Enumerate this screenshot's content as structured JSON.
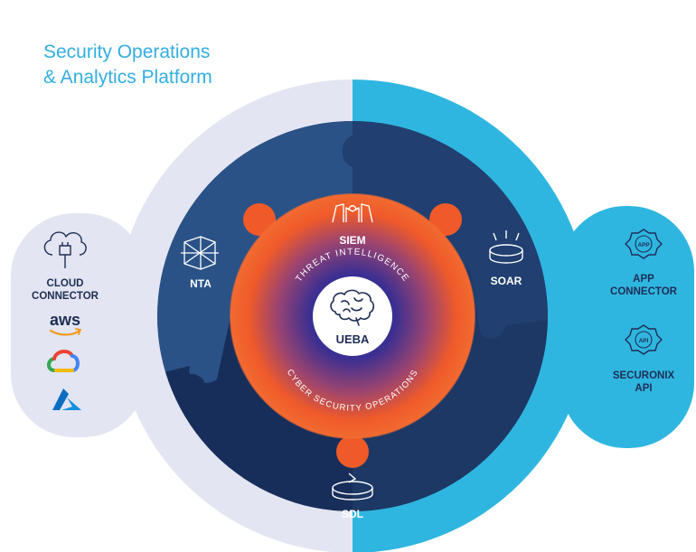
{
  "title": {
    "line1": "Security Operations",
    "line2": "& Analytics Platform"
  },
  "core": {
    "center_label": "UEBA",
    "top_arc_text": "THREAT INTELLIGENCE",
    "bottom_arc_text": "CYBER SECURITY OPERATIONS"
  },
  "modules": {
    "siem": "SIEM",
    "nta": "NTA",
    "soar": "SOAR",
    "sdl": "SDL"
  },
  "left_panel": {
    "cloud_connector_line1": "CLOUD",
    "cloud_connector_line2": "CONNECTOR",
    "aws_label": "aws"
  },
  "right_panel": {
    "app_connector_line1": "APP",
    "app_connector_line2": "CONNECTOR",
    "app_badge": "APP",
    "api_line1": "SECURONIX",
    "api_line2": "API",
    "api_badge": "API"
  },
  "colors": {
    "title": "#33aee0",
    "left_side": "#e3e5f2",
    "right_side": "#2fb6e0",
    "outer_ring_top": "#254b7e",
    "outer_ring_bottom": "#1a3a6c",
    "core_orange": "#f05a28",
    "core_center": "#2a2d8a"
  },
  "icons": {
    "cloud_connector": "cloud-plug-icon",
    "aws": "aws-logo-icon",
    "gcp": "google-cloud-icon",
    "azure": "azure-icon",
    "siem": "siem-icon",
    "nta": "nta-icon",
    "soar": "soar-icon",
    "sdl": "sdl-icon",
    "ueba": "brain-icon",
    "app": "app-badge-icon",
    "api": "api-badge-icon"
  }
}
